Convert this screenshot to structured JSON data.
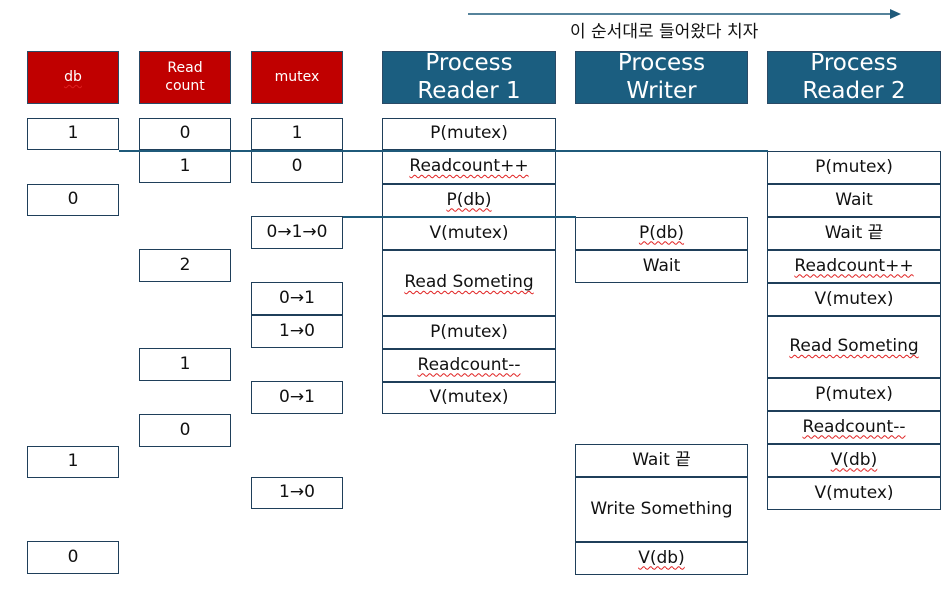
{
  "note": "이 순서대로 들어왔다 치자",
  "headers": {
    "db": "db",
    "readcount": "Read\ncount",
    "mutex": "mutex",
    "reader1": "Process\nReader 1",
    "writer": "Process\nWriter",
    "reader2": "Process\nReader 2"
  },
  "db_values": [
    "1",
    "0",
    "1",
    "0"
  ],
  "readcount_values": [
    "0",
    "1",
    "2",
    "1",
    "0"
  ],
  "mutex_values": [
    "1",
    "0",
    "0→1→0",
    "0→1",
    "1→0",
    "0→1",
    "1→0"
  ],
  "reader1": [
    "P(mutex)",
    "Readcount++",
    "P(db)",
    "V(mutex)",
    "Read Someting",
    "P(mutex)",
    "Readcount--",
    "V(mutex)"
  ],
  "writer": [
    "P(db)",
    "Wait",
    "Wait 끝",
    "Write Something",
    "V(db)"
  ],
  "reader2": [
    "P(mutex)",
    "Wait",
    "Wait 끝",
    "Readcount++",
    "V(mutex)",
    "Read Someting",
    "P(mutex)",
    "Readcount--",
    "V(db)",
    "V(mutex)"
  ],
  "colors": {
    "red": "#c00000",
    "blue": "#1b5e80",
    "border": "#1f3f5a"
  }
}
